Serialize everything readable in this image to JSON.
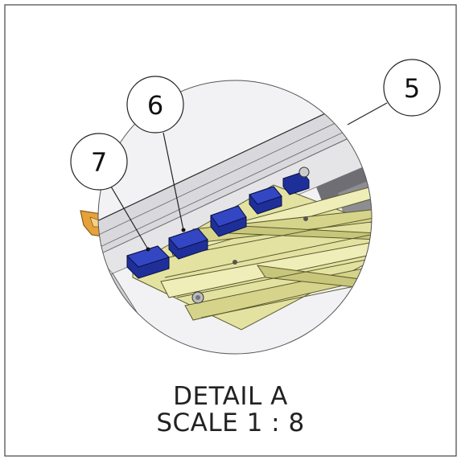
{
  "drawing": {
    "balloons": [
      {
        "label": "5"
      },
      {
        "label": "6"
      },
      {
        "label": "7"
      }
    ],
    "caption_line1": "DETAIL A",
    "caption_line2": "SCALE 1 : 8"
  },
  "colors": {
    "rail_yellow": "#e4e2a0",
    "block_blue": "#1f2f9a",
    "frame_gray": "#d6d6d9",
    "bracket_orange": "#e6a23a"
  }
}
